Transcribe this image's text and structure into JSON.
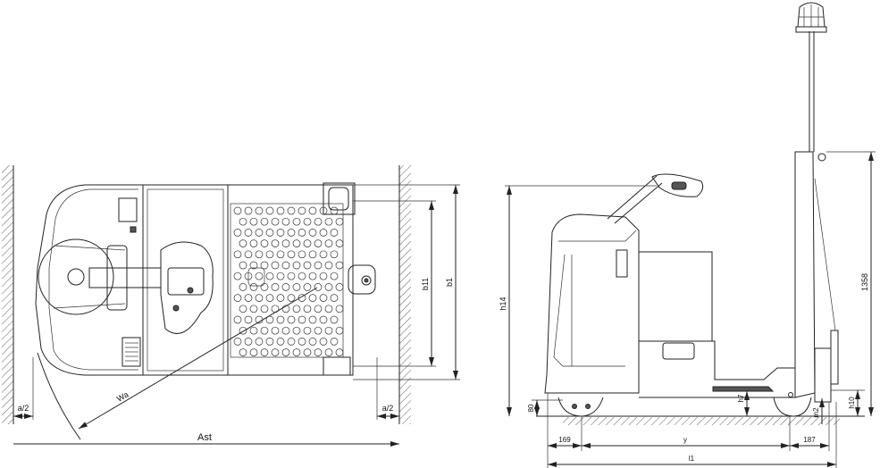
{
  "top_view": {
    "labels": {
      "a_half_left": "a/2",
      "a_half_right": "a/2",
      "aisle_width": "Ast",
      "turning_radius": "Wa",
      "width_b11": "b11",
      "width_b1": "b1"
    }
  },
  "side_view": {
    "labels": {
      "height_h14": "h14",
      "height_mast": "1358",
      "height_h7": "h7",
      "height_80": "80",
      "height_h10": "h10",
      "ground_clearance": "m2",
      "front_169": "169",
      "wheelbase": "y",
      "rear_187": "187",
      "length_l1": "l1"
    }
  }
}
